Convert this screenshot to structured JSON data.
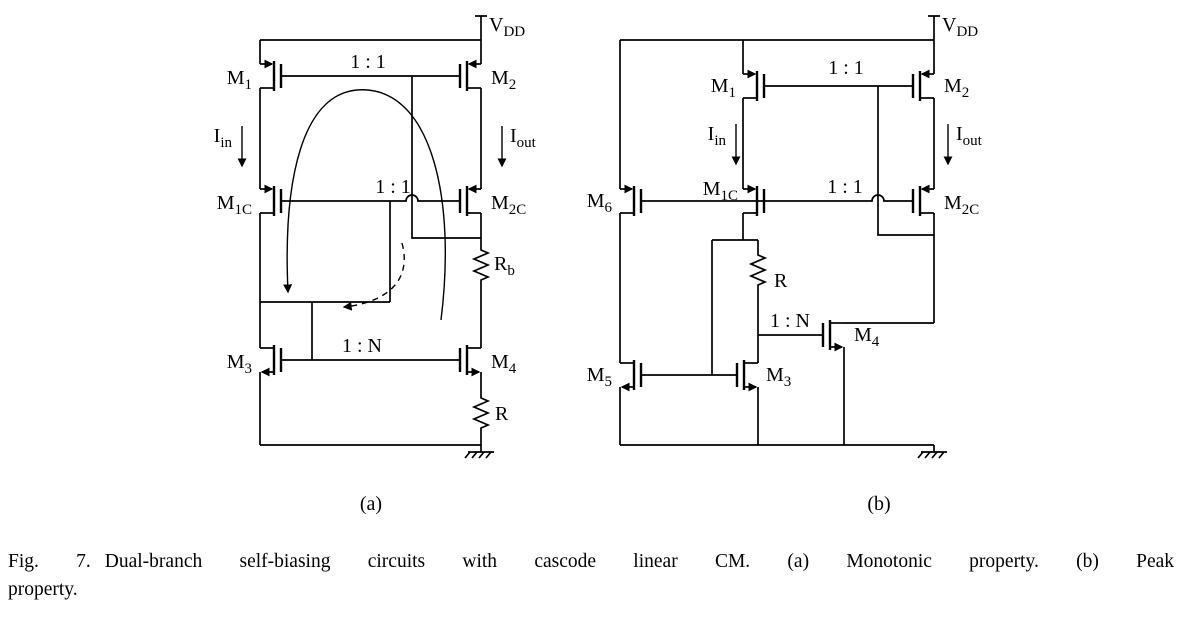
{
  "figure": {
    "caption": {
      "prefix": "Fig. 7.",
      "line1": "Dual-branch self-biasing circuits with cascode linear CM. (a) Monotonic property. (b) Peak",
      "line2": "property."
    },
    "sublabels": {
      "a": "(a)",
      "b": "(b)"
    }
  },
  "circuit_a": {
    "vdd": {
      "base": "V",
      "sub": "DD"
    },
    "m1": {
      "base": "M",
      "sub": "1"
    },
    "m2": {
      "base": "M",
      "sub": "2"
    },
    "iin": {
      "base": "I",
      "sub": "in"
    },
    "iout": {
      "base": "I",
      "sub": "out"
    },
    "m1c": {
      "base": "M",
      "sub": "1C"
    },
    "m2c": {
      "base": "M",
      "sub": "2C"
    },
    "ratio_top": "1 : 1",
    "ratio_mid": "1 : 1",
    "ratio_bot": "1 : N",
    "rb": {
      "base": "R",
      "sub": "b"
    },
    "m3": {
      "base": "M",
      "sub": "3"
    },
    "m4": {
      "base": "M",
      "sub": "4"
    },
    "r": "R"
  },
  "circuit_b": {
    "vdd": {
      "base": "V",
      "sub": "DD"
    },
    "m1": {
      "base": "M",
      "sub": "1"
    },
    "m2": {
      "base": "M",
      "sub": "2"
    },
    "iin": {
      "base": "I",
      "sub": "in"
    },
    "iout": {
      "base": "I",
      "sub": "out"
    },
    "m6": {
      "base": "M",
      "sub": "6"
    },
    "m1c": {
      "base": "M",
      "sub": "1C"
    },
    "m2c": {
      "base": "M",
      "sub": "2C"
    },
    "ratio_top": "1 : 1",
    "ratio_mid": "1 : 1",
    "ratio_bot": "1 : N",
    "r": "R",
    "m4": {
      "base": "M",
      "sub": "4"
    },
    "m5": {
      "base": "M",
      "sub": "5"
    },
    "m3": {
      "base": "M",
      "sub": "3"
    }
  }
}
